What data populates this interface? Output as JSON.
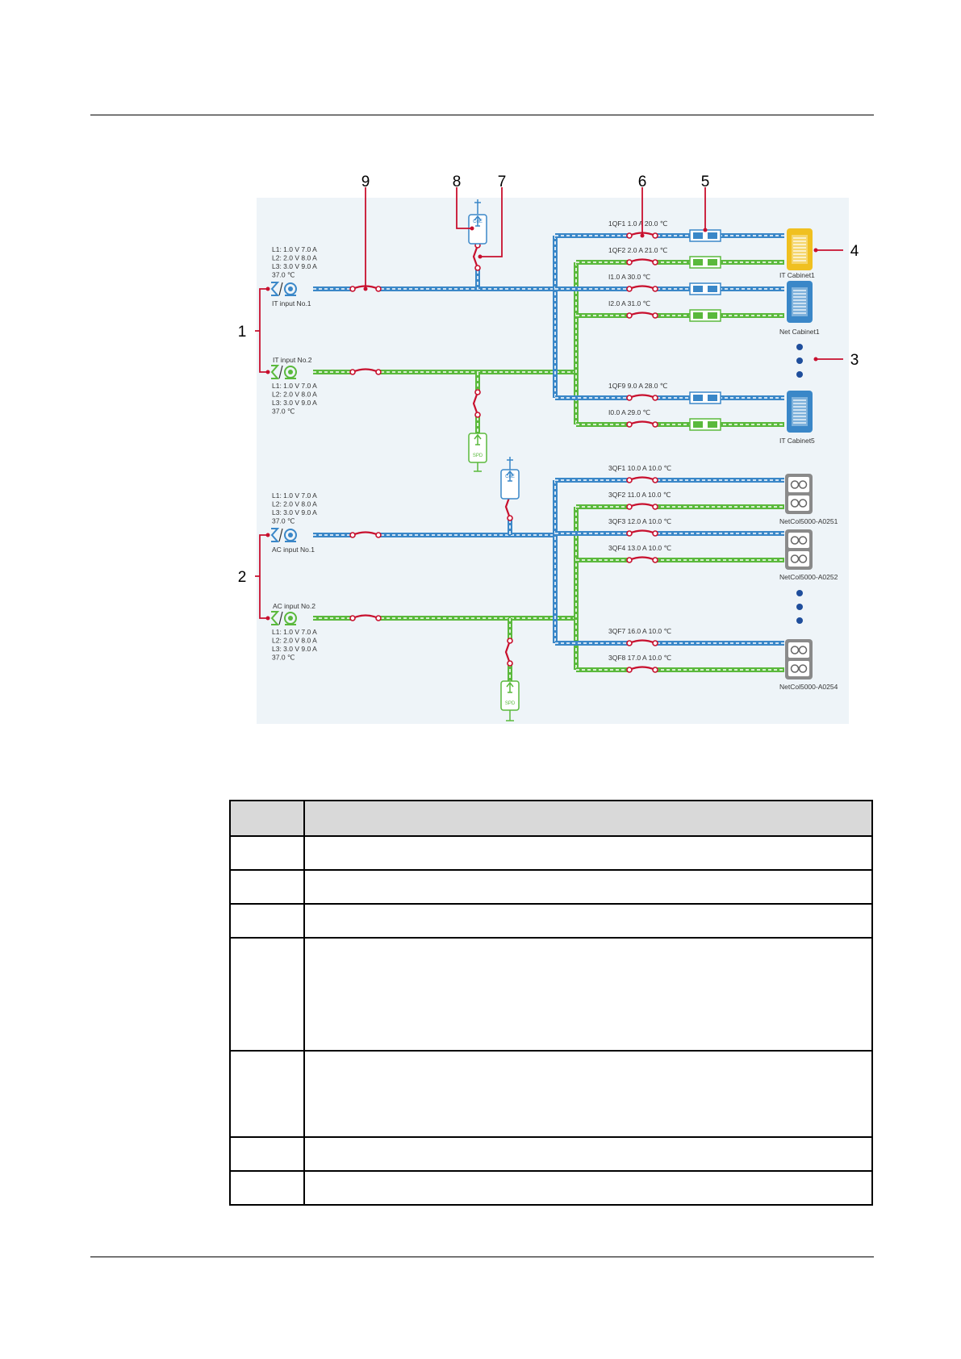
{
  "callouts": [
    "1",
    "2",
    "3",
    "4",
    "5",
    "6",
    "7",
    "8",
    "9"
  ],
  "inputs": {
    "it1": {
      "label": "IT input No.1",
      "readings": [
        "L1: 1.0 V 7.0 A",
        "L2: 2.0 V 8.0 A",
        "L3: 3.0 V 9.0 A",
        "37.0 ℃"
      ]
    },
    "it2": {
      "label": "IT input No.2",
      "readings": [
        "L1: 1.0 V 7.0 A",
        "L2: 2.0 V 8.0 A",
        "L3: 3.0 V 9.0 A",
        "37.0 ℃"
      ]
    },
    "ac1": {
      "label": "AC input No.1",
      "readings": [
        "L1: 1.0 V 7.0 A",
        "L2: 2.0 V 8.0 A",
        "L3: 3.0 V 9.0 A",
        "37.0 ℃"
      ]
    },
    "ac2": {
      "label": "AC input No.2",
      "readings": [
        "L1: 1.0 V 7.0 A",
        "L2: 2.0 V 8.0 A",
        "L3: 3.0 V 9.0 A",
        "37.0 ℃"
      ]
    }
  },
  "branches": {
    "b1": "1QF1  1.0 A 20.0 ℃",
    "b2": "1QF2  2.0 A 21.0 ℃",
    "b3": "I1.0 A 30.0 ℃",
    "b4": "I2.0 A 31.0 ℃",
    "b5": "1QF9  9.0 A 28.0 ℃",
    "b6": "I0.0 A 29.0 ℃",
    "b7": "3QF1  10.0 A 10.0 ℃",
    "b8": "3QF2  11.0 A 10.0 ℃",
    "b9": "3QF3  12.0 A 10.0 ℃",
    "b10": "3QF4  13.0 A 10.0 ℃",
    "b11": "3QF7  16.0 A 10.0 ℃",
    "b12": "3QF8  17.0 A 10.0 ℃"
  },
  "devices": {
    "d1": "IT Cabinet1",
    "d2": "Net Cabinet1",
    "d3": "IT Cabinet5",
    "d4": "NetCol5000-A0251",
    "d5": "NetCol5000-A0252",
    "d6": "NetCol5000-A0254"
  },
  "symbols": {
    "spd": "SPD",
    "cell": "CdE"
  },
  "colors": {
    "blue": "#3a87c8",
    "green": "#5ab93c",
    "red": "#c8102e",
    "yellow": "#f0c020",
    "gray": "#8a8a8a",
    "panel": "#eef4f8"
  }
}
